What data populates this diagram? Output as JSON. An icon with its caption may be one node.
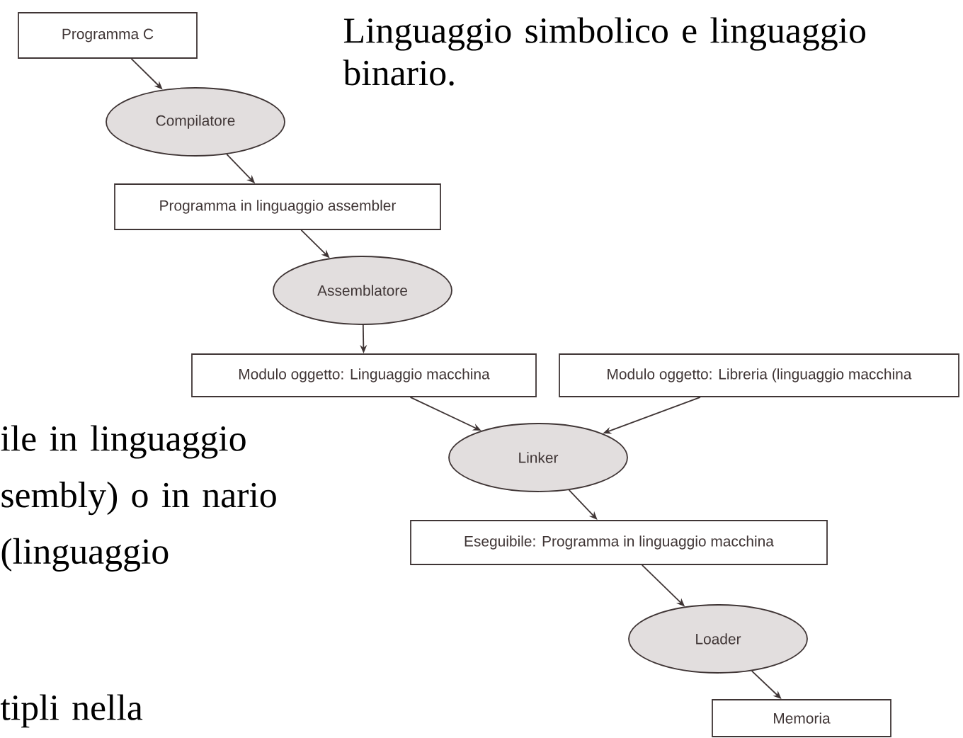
{
  "diagram": {
    "nodes": [
      {
        "text": [
          "Programma C"
        ]
      },
      {
        "text": [
          "Compilatore"
        ]
      },
      {
        "text": [
          "Programma in linguaggio assembler"
        ]
      },
      {
        "text": [
          "Assemblatore"
        ]
      },
      {
        "text": [
          "Modulo oggetto: Linguaggio macchina"
        ]
      },
      {
        "text": [
          "Modulo oggetto: Libreria (linguaggio macchina"
        ]
      },
      {
        "text": [
          "Linker"
        ]
      },
      {
        "text": [
          "Eseguibile: Programma in linguaggio macchina"
        ]
      },
      {
        "text": [
          "Loader"
        ]
      },
      {
        "text": [
          "Memoria"
        ]
      }
    ],
    "edges": [
      {
        "from": 0,
        "to": 1,
        "arrow": "to"
      },
      {
        "from": 1,
        "to": 2,
        "arrow": "to"
      },
      {
        "from": 2,
        "to": 3,
        "arrow": "to"
      },
      {
        "from": 3,
        "to": 4,
        "arrow": "to"
      },
      {
        "from": 4,
        "to": 6,
        "arrow": "to"
      },
      {
        "from": 5,
        "to": 6,
        "arrow": "to"
      },
      {
        "from": 6,
        "to": 7,
        "arrow": "to"
      },
      {
        "from": 7,
        "to": 8,
        "arrow": "to"
      },
      {
        "from": 8,
        "to": 9,
        "arrow": "to"
      }
    ],
    "labels": [
      "Linguaggio simbolico e linguaggio binario.",
      "ile in linguaggio sembly) o in nario (linguaggio",
      "tipli nella"
    ]
  }
}
